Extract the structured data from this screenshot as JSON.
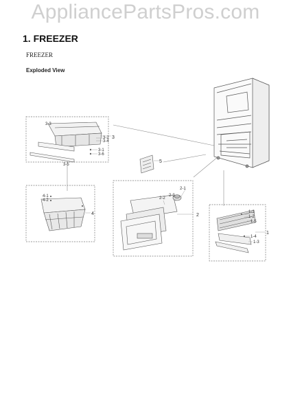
{
  "header": {
    "watermark": "AppliancePartsPros.com",
    "title": "1.  FREEZER",
    "subtitle": "FREEZER",
    "section_label": "Exploded View"
  },
  "diagram": {
    "callouts": {
      "c1": "1",
      "c2": "2",
      "c3": "3",
      "c4": "4",
      "c5": "5",
      "c3_1": "3-1",
      "c3_2": "3-2",
      "c3_3": "3-3",
      "c3_4": "3-4",
      "c3_5": "3-5",
      "c3_6": "3-6",
      "c2_1": "2-1",
      "c2_2": "2-2",
      "c2_3": "2-3",
      "c4_1": "4-1",
      "c4_2": "4-2",
      "c1_1": "1-1",
      "c1_2": "1-2",
      "c1_3": "1-3",
      "c1_4": "1-4",
      "c1_5": "1-5"
    }
  }
}
